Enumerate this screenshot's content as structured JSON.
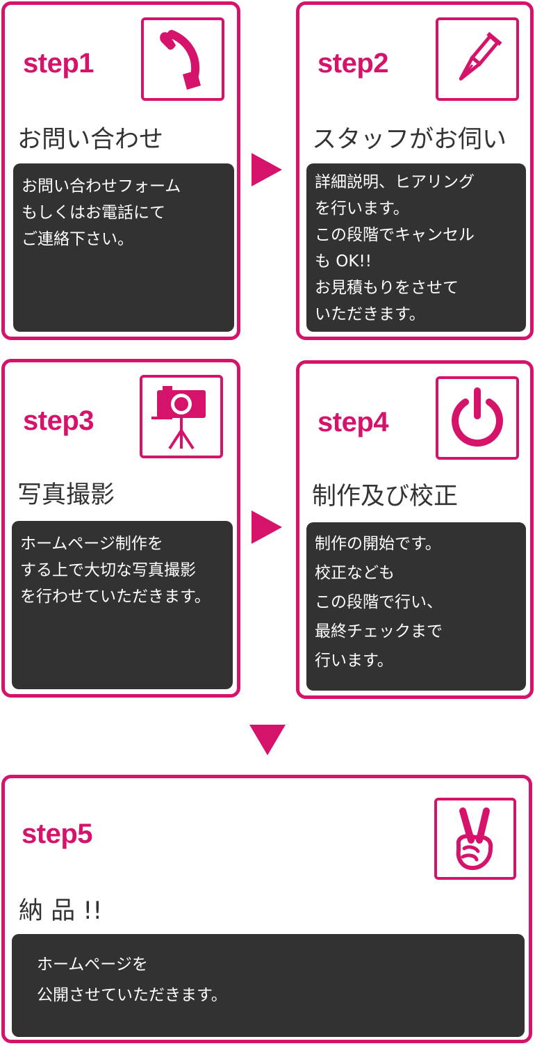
{
  "steps": [
    {
      "label": "step1",
      "icon": "phone-icon",
      "title": "お問い合わせ",
      "lines": [
        "お問い合わせフォーム",
        "もしくはお電話にて",
        "ご連絡下さい。"
      ]
    },
    {
      "label": "step2",
      "icon": "pen-icon",
      "title": "スタッフがお伺い",
      "lines": [
        "詳細説明、ヒアリング",
        "を行います。",
        "この段階でキャンセル",
        "も OK!!",
        "お見積もりをさせて",
        "いただきます。"
      ]
    },
    {
      "label": "step3",
      "icon": "camera-icon",
      "title": "写真撮影",
      "lines": [
        "ホームページ制作を",
        "する上で大切な写真撮影",
        "を行わせていただきます。"
      ]
    },
    {
      "label": "step4",
      "icon": "power-icon",
      "title": "制作及び校正",
      "lines": [
        "制作の開始です。",
        "校正なども",
        "この段階で行い、",
        "最終チェックまで",
        "行います。"
      ]
    },
    {
      "label": "step5",
      "icon": "peace-hand-icon",
      "title": "納 品 !!",
      "lines": [
        "ホームページを",
        "公開させていただきます。"
      ]
    }
  ],
  "colors": {
    "accent": "#d6136b",
    "panel": "#323232",
    "text": "#333333"
  }
}
